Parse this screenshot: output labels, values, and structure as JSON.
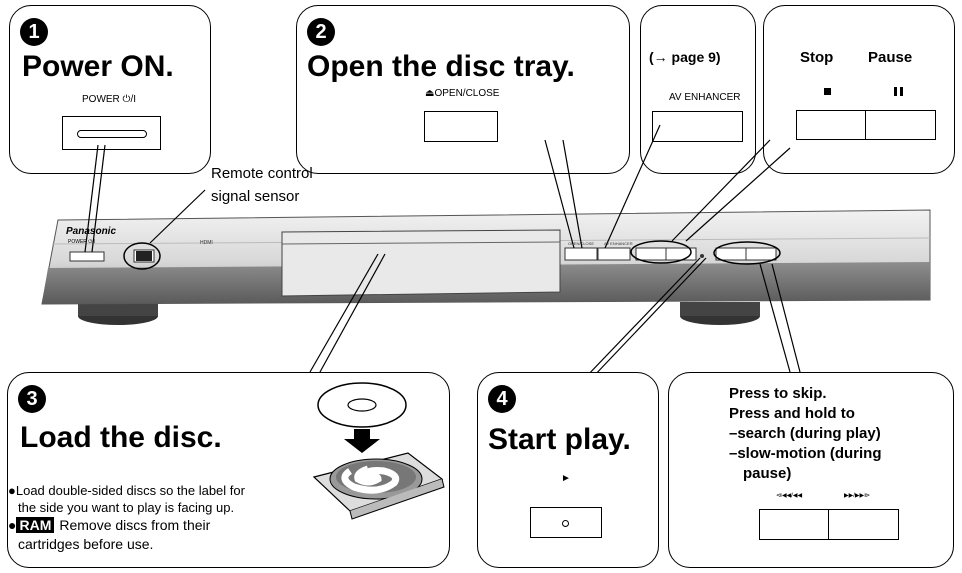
{
  "step1": {
    "number": "1",
    "title": "Power ON.",
    "button_label": "POWER ⏻/I"
  },
  "step2": {
    "number": "2",
    "title": "Open the disc tray.",
    "button_label": "⏏OPEN/CLOSE"
  },
  "av": {
    "page_ref": "(→ page 9)",
    "button_label": "AV ENHANCER"
  },
  "stoppause": {
    "stop_label": "Stop",
    "pause_label": "Pause",
    "stop_symbol": "■",
    "pause_symbol": "❚❚"
  },
  "sensor": {
    "line1": "Remote control",
    "line2": "signal sensor"
  },
  "step3": {
    "number": "3",
    "title": "Load the disc.",
    "bullet1_line1": "Load double-sided discs so the label for",
    "bullet1_line2": "the side you want to play is facing up.",
    "ram_badge": "RAM",
    "bullet2_line1": "Remove discs from their",
    "bullet2_line2": "cartridges before use."
  },
  "step4": {
    "number": "4",
    "title": "Start play.",
    "play_symbol": "►",
    "button_symbol": "◦"
  },
  "skip": {
    "line1": "Press to skip.",
    "line2": "Press and hold to",
    "line3": "–search (during play)",
    "line4": "–slow-motion (during",
    "line5": "pause)",
    "prev_symbol": "⧏◀◀/◀◀",
    "next_symbol": "▶▶/▶▶⧐"
  },
  "player": {
    "brand": "Panasonic",
    "power_label": "POWER ⏻/I",
    "hdmi_label": "HDMI",
    "open_label": "⏏OPEN/CLOSE",
    "av_label": "AV ENHANCER"
  },
  "icons": [
    "step-number-badge",
    "stop-icon",
    "pause-icon",
    "play-icon",
    "skip-icon",
    "disc-icon",
    "arrow-down-icon"
  ]
}
